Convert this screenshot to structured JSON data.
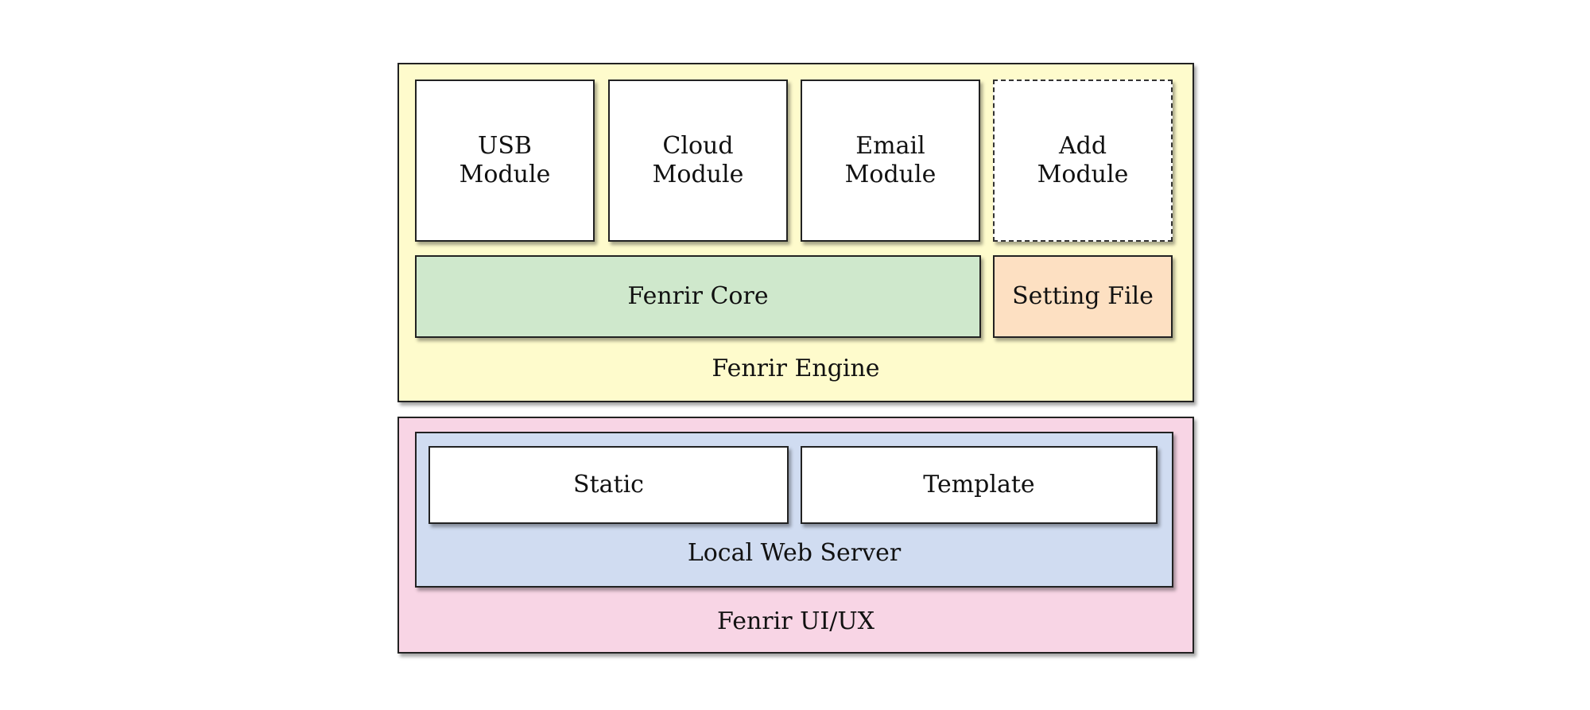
{
  "colors": {
    "engine_bg": "#fefbcc",
    "core_bg": "#cfe8cc",
    "setting_bg": "#fde0c2",
    "uiux_bg": "#f8d5e5",
    "webserver_bg": "#d0dcf1",
    "module_bg": "#ffffff",
    "border": "#222222"
  },
  "engine": {
    "label": "Fenrir Engine",
    "modules": [
      {
        "label": "USB\nModule"
      },
      {
        "label": "Cloud\nModule"
      },
      {
        "label": "Email\nModule"
      },
      {
        "label": "Add\nModule",
        "dashed": true
      }
    ],
    "core_label": "Fenrir Core",
    "setting_label": "Setting File"
  },
  "uiux": {
    "label": "Fenrir UI/UX",
    "web_server": {
      "label": "Local Web Server",
      "static_label": "Static",
      "template_label": "Template"
    }
  }
}
